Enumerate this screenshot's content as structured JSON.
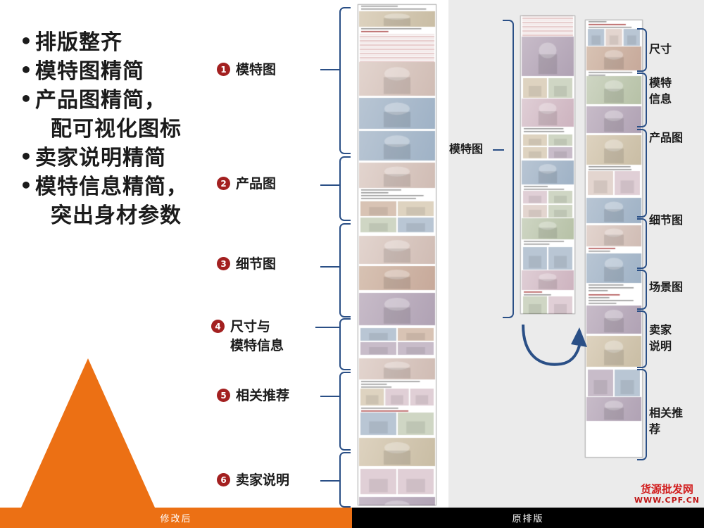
{
  "bullets": [
    {
      "text": "排版整齐",
      "cont": false
    },
    {
      "text": "模特图精简",
      "cont": false
    },
    {
      "text": "产品图精简，",
      "cont": false
    },
    {
      "text": "配可视化图标",
      "cont": true
    },
    {
      "text": "卖家说明精简",
      "cont": false
    },
    {
      "text": "模特信息精简，",
      "cont": false
    },
    {
      "text": "突出身材参数",
      "cont": true
    }
  ],
  "sections": [
    {
      "num": "❶",
      "label": "模特图"
    },
    {
      "num": "❷",
      "label": "产品图"
    },
    {
      "num": "❸",
      "label": "细节图"
    },
    {
      "num": "❹",
      "label": "尺寸与\n模特信息"
    },
    {
      "num": "❺",
      "label": "相关推荐"
    },
    {
      "num": "❻",
      "label": "卖家说明"
    }
  ],
  "right_labels": {
    "left_side": "模特图",
    "items": [
      "尺寸",
      "模特\n信息",
      "产品图",
      "细节图",
      "场景图",
      "卖家\n说明",
      "相关推\n荐"
    ]
  },
  "footer": {
    "left": "修改后",
    "right": "原排版"
  },
  "watermark": {
    "title": "货源批发网",
    "sub": "WWW.CPF.CN"
  },
  "colors": {
    "accent_orange": "#ec7014",
    "badge_red": "#a32020",
    "bracket_blue": "#2a4f86",
    "panel_grey": "#ebebeb",
    "bar_black": "#000000",
    "watermark_red": "#d21d1d"
  }
}
